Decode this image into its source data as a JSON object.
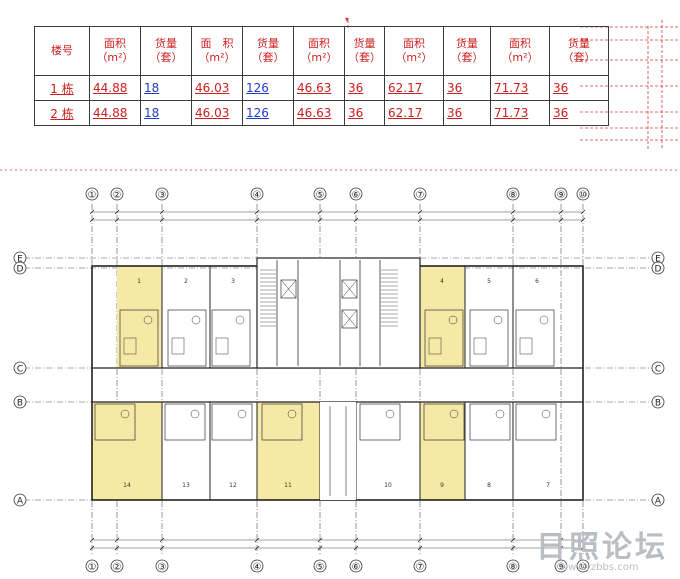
{
  "table": {
    "header": [
      {
        "line1": "楼号",
        "line2": ""
      },
      {
        "line1": "面积",
        "line2": "（m²）"
      },
      {
        "line1": "货量",
        "line2": "（套）"
      },
      {
        "line1": "面　积",
        "line2": "（m²）"
      },
      {
        "line1": "货量",
        "line2": "（套）"
      },
      {
        "line1": "面积",
        "line2": "（m²）"
      },
      {
        "line1": "货量",
        "line2": "（套）"
      },
      {
        "line1": "面积",
        "line2": "（m²）"
      },
      {
        "line1": "货量",
        "line2": "（套）"
      },
      {
        "line1": "面积",
        "line2": "（m²）"
      },
      {
        "line1": "货量",
        "line2": "（套）"
      }
    ],
    "rows": [
      [
        "1 栋",
        "44.88",
        "18",
        "46.03",
        "126",
        "46.63",
        "36",
        "62.17",
        "36",
        "71.73",
        "36"
      ],
      [
        "2 栋",
        "44.88",
        "18",
        "46.03",
        "126",
        "46.63",
        "36",
        "62.17",
        "36",
        "71.73",
        "36"
      ]
    ]
  },
  "plan": {
    "axis_numbers": [
      "①",
      "②",
      "③",
      "④",
      "⑤",
      "⑥",
      "⑦",
      "⑧",
      "⑨",
      "⑩"
    ],
    "axis_letters": [
      "E",
      "D",
      "C",
      "B",
      "A"
    ],
    "top_units": [
      "1",
      "2",
      "3",
      "4",
      "5",
      "6"
    ],
    "bottom_units": [
      "14",
      "13",
      "12",
      "11",
      "10",
      "9",
      "8",
      "7"
    ],
    "highlight_color": "#f6e9a6"
  },
  "watermark": {
    "text": "日照论坛",
    "url": "www.rzbbs.com"
  }
}
